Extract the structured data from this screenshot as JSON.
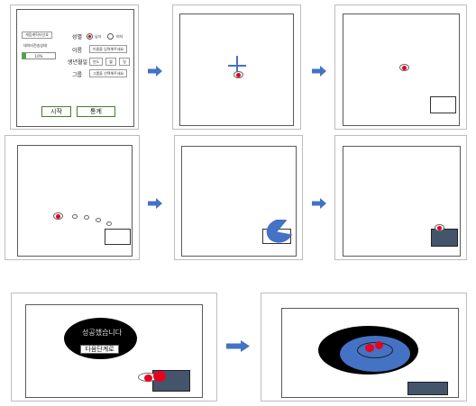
{
  "colors": {
    "arrow": "#4472c4",
    "target": "#e8001c",
    "dark_box": "#44546a",
    "progress_fill": "#3cb043"
  },
  "setup_screen": {
    "start_save_button": "게임캐릭터선호",
    "progress_caption": "데이터전송상태",
    "progress_text": "10%",
    "progress_value": 0.1,
    "gender_label": "성별",
    "gender_options": [
      {
        "label": "남자",
        "selected": true
      },
      {
        "label": "여자",
        "selected": false
      }
    ],
    "name_label": "이름",
    "name_placeholder": "이름을 입력해주세요",
    "birth_label": "생년월일",
    "birth_fields": [
      "연도",
      "월",
      "일"
    ],
    "group_label": "그룹",
    "group_placeholder": "그룹을 선택해주세요",
    "start_button": "시작",
    "stats_button": "통계"
  },
  "success_screen": {
    "message": "성공했습니다",
    "next_button": "다음단계로"
  },
  "arrow_icon": "right-arrow-icon"
}
